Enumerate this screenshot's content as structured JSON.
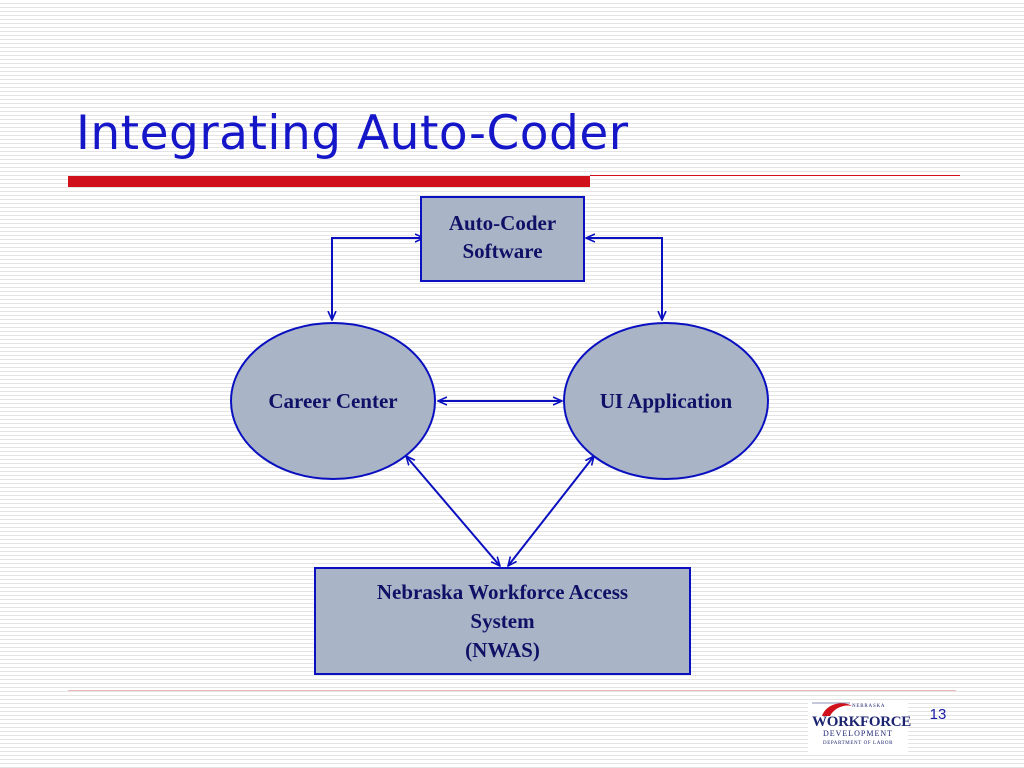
{
  "slide": {
    "title": "Integrating Auto-Coder",
    "page_number": "13"
  },
  "diagram": {
    "nodes": {
      "auto_coder": {
        "line1": "Auto-Coder",
        "line2": "Software"
      },
      "career_center": {
        "label": "Career Center"
      },
      "ui_application": {
        "label": "UI Application"
      },
      "nwas": {
        "line1": "Nebraska Workforce Access",
        "line2": "System",
        "line3": "(NWAS)"
      }
    },
    "connections": [
      {
        "from": "career_center",
        "to": "auto_coder",
        "direction": "both"
      },
      {
        "from": "ui_application",
        "to": "auto_coder",
        "direction": "both"
      },
      {
        "from": "career_center",
        "to": "ui_application",
        "direction": "both"
      },
      {
        "from": "career_center",
        "to": "nwas",
        "direction": "both"
      },
      {
        "from": "ui_application",
        "to": "nwas",
        "direction": "both"
      }
    ]
  },
  "logo": {
    "top_text": "NEBRASKA",
    "word": "WORKFORCE",
    "sub": "DEVELOPMENT",
    "tiny": "DEPARTMENT OF LABOR"
  },
  "colors": {
    "title": "#1616c9",
    "accent_rule": "#d0101a",
    "node_fill": "#a9b5c6",
    "node_stroke": "#0a10c0",
    "connector": "#0a10c0",
    "node_text": "#0e1166"
  }
}
